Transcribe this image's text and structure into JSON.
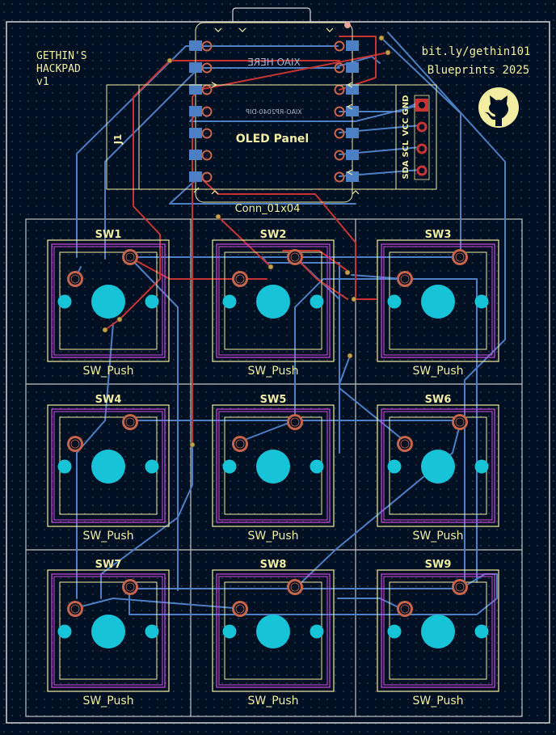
{
  "board": {
    "title_lines": [
      "GETHIN'S",
      "HACKPAD",
      "v1"
    ],
    "link_text": "bit.ly/gethin101",
    "event_text": "Blueprints 2025",
    "mcu_label_mirrored": "XIAO HERE",
    "mcu_sub_label_mirrored": "XIAO-RP2040-DIP",
    "connector_ref": "J1",
    "oled_label": "OLED Panel",
    "connector_value": "Conn_01x04",
    "oled_pin_labels": [
      "SDA",
      "SCL",
      "VCC",
      "GND"
    ],
    "logo_icon": "github-icon",
    "switch_footprint_value": "SW_Push",
    "switches": [
      {
        "ref": "SW1"
      },
      {
        "ref": "SW2"
      },
      {
        "ref": "SW3"
      },
      {
        "ref": "SW4"
      },
      {
        "ref": "SW5"
      },
      {
        "ref": "SW6"
      },
      {
        "ref": "SW7"
      },
      {
        "ref": "SW8"
      },
      {
        "ref": "SW9"
      }
    ],
    "colors": {
      "background": "#001023",
      "silkscreen": "#f2eda1",
      "front_copper": "#c83434",
      "back_copper": "#4d7fc4",
      "pad": "#c8644a",
      "npth": "#17c3d6",
      "courtyard": "#c2c2c2",
      "fab": "#d24be0"
    }
  }
}
